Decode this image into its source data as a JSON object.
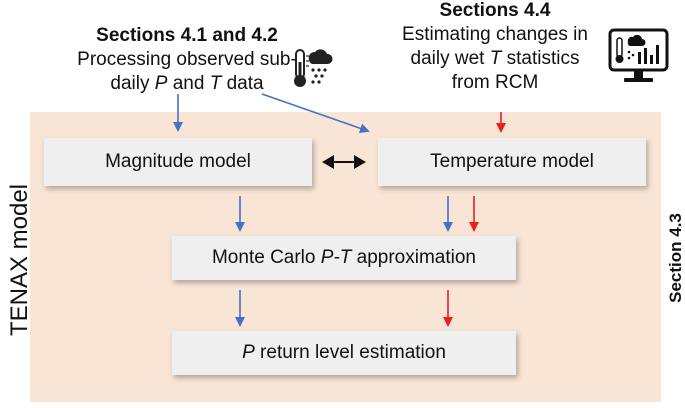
{
  "headers": {
    "left": {
      "title": "Sections 4.1 and 4.2",
      "line1": "Processing observed sub-",
      "line2_pre": "daily ",
      "line2_p": "P",
      "line2_mid": " and ",
      "line2_t": "T",
      "line2_post": " data"
    },
    "right": {
      "title": "Sections 4.4",
      "line1": "Estimating changes in",
      "line2_pre": "daily wet ",
      "line2_t": "T",
      "line2_post": " statistics",
      "line3": "from RCM"
    }
  },
  "boxes": {
    "magnitude": "Magnitude model",
    "temperature": "Temperature model",
    "monte_carlo_pre": "Monte Carlo ",
    "monte_carlo_pt": "P-T",
    "monte_carlo_post": " approximation",
    "return_level_p": "P",
    "return_level_post": " return level estimation"
  },
  "side_labels": {
    "tenax": "TENAX model",
    "section": "Section 4.3"
  },
  "icons": {
    "left": "weather-thermometer-rain-icon",
    "right": "computer-monitor-climate-icon"
  },
  "colors": {
    "blue_arrow": "#4472c4",
    "red_arrow": "#e8211c",
    "panel": "#f8e5d5",
    "box": "#efefef"
  }
}
